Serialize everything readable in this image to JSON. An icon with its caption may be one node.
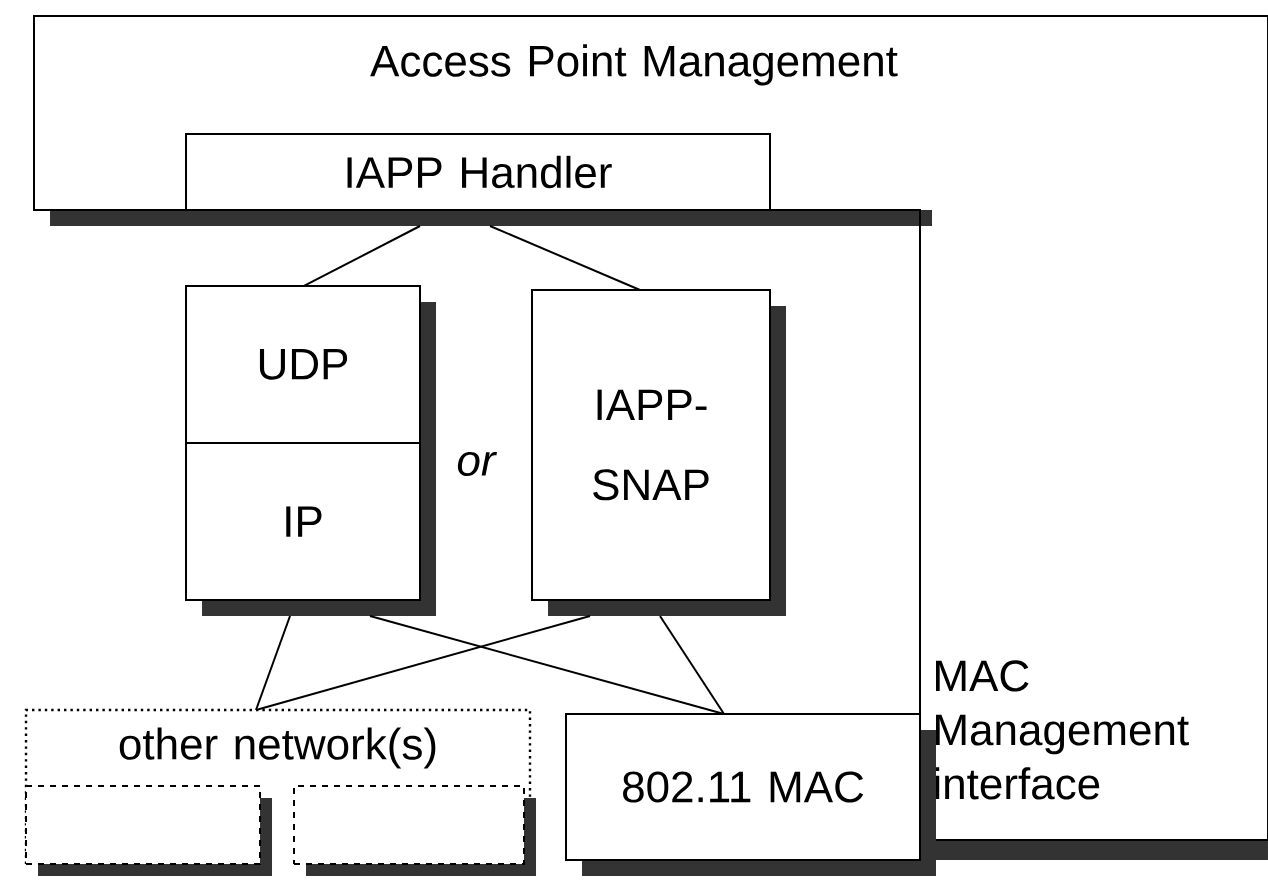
{
  "diagram": {
    "nodes": [
      {
        "text": [
          "Access Point Management",
          "MAC Management interface"
        ]
      },
      {
        "text": [
          "IAPP Handler"
        ],
        "in": 0
      },
      {
        "text": [
          "UDP",
          "IP"
        ]
      },
      {
        "text": [
          "IAPP- SNAP"
        ]
      },
      {
        "text": [
          "other network(s)"
        ]
      },
      {
        "text": [],
        "shape": "box",
        "in": 4
      },
      {
        "text": [],
        "shape": "box",
        "in": 4
      },
      {
        "text": [
          "802.11 MAC"
        ]
      }
    ],
    "edges": [
      {
        "from": 1,
        "to": 2,
        "arrow": "none"
      },
      {
        "from": 1,
        "to": 3,
        "arrow": "none"
      },
      {
        "from": 2,
        "to": 4,
        "arrow": "none"
      },
      {
        "from": 2,
        "to": 7,
        "arrow": "none"
      },
      {
        "from": 3,
        "to": 4,
        "arrow": "none"
      },
      {
        "from": 3,
        "to": 7,
        "arrow": "none"
      }
    ],
    "labels": [
      "or"
    ]
  }
}
